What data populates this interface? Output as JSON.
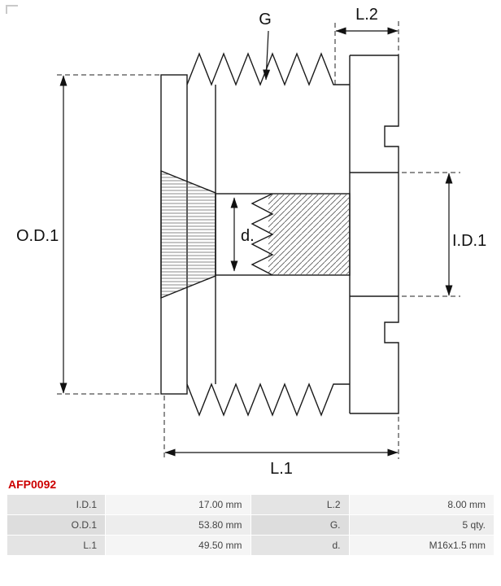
{
  "part_number": {
    "text": "AFP0092",
    "color": "#cc0000"
  },
  "drawing": {
    "labels": {
      "outer_diameter": "O.D.1",
      "length_2": "L.2",
      "grooves": "G",
      "length_1": "L.1",
      "inner_diameter": "I.D.1",
      "bore": "d."
    }
  },
  "spec_table": {
    "rows": [
      {
        "label_left": "I.D.1",
        "value_left": "17.00 mm",
        "label_right": "L.2",
        "value_right": "8.00 mm"
      },
      {
        "label_left": "O.D.1",
        "value_left": "53.80 mm",
        "label_right": "G.",
        "value_right": "5 qty."
      },
      {
        "label_left": "L.1",
        "value_left": "49.50 mm",
        "label_right": "d.",
        "value_right": "M16x1.5 mm"
      }
    ]
  }
}
